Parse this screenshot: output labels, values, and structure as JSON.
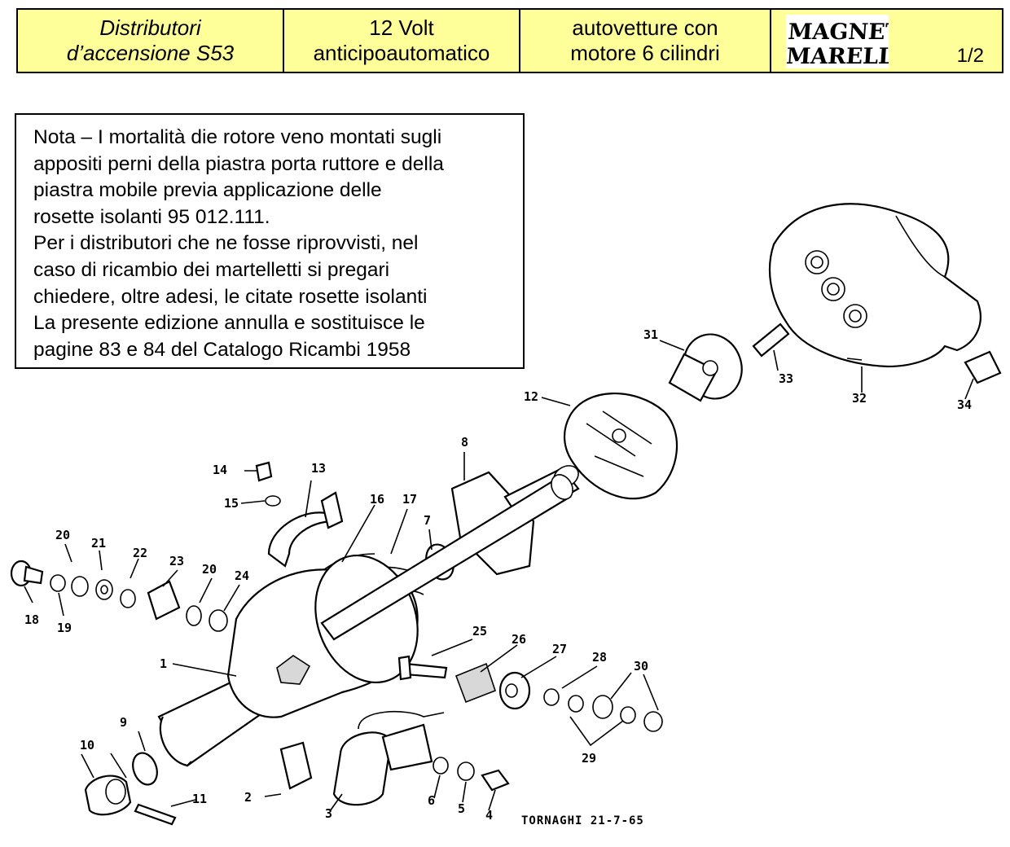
{
  "header": {
    "title_line1": "Distributori",
    "title_line2": "d’accensione S53",
    "voltage_line1": "12 Volt",
    "voltage_line2": "anticipoautomatico",
    "vehicle_line1": "autovetture con",
    "vehicle_line2": "motore 6 cilindri",
    "logo_line1": "MAGNETI",
    "logo_line2": "MARELLI",
    "page": "1/2"
  },
  "colors": {
    "header_bg": "#ffff99",
    "border": "#000000"
  },
  "note": {
    "text": "Nota – I mortalità die rotore veno montati sugli\nappositi perni della piastra porta ruttore e della\npiastra mobile previa applicazione delle\nrosette isolanti 95 012.111.\nPer i distributori che ne fosse riprovvisti, nel\ncaso di ricambio dei martelletti si pregari\nchiedere, oltre adesi, le citate rosette isolanti\nLa presente edizione annulla e sostituisce le\npagine 83 e 84 del Catalogo Ricambi 1958"
  },
  "diagram": {
    "part_numbers": [
      "1",
      "2",
      "3",
      "4",
      "5",
      "6",
      "7",
      "8",
      "9",
      "10",
      "11",
      "12",
      "13",
      "14",
      "15",
      "16",
      "17",
      "18",
      "19",
      "20",
      "20",
      "21",
      "22",
      "23",
      "24",
      "25",
      "26",
      "27",
      "28",
      "29",
      "30",
      "31",
      "32",
      "33",
      "34"
    ],
    "signature": "TORNAGHI  21-7-65"
  }
}
